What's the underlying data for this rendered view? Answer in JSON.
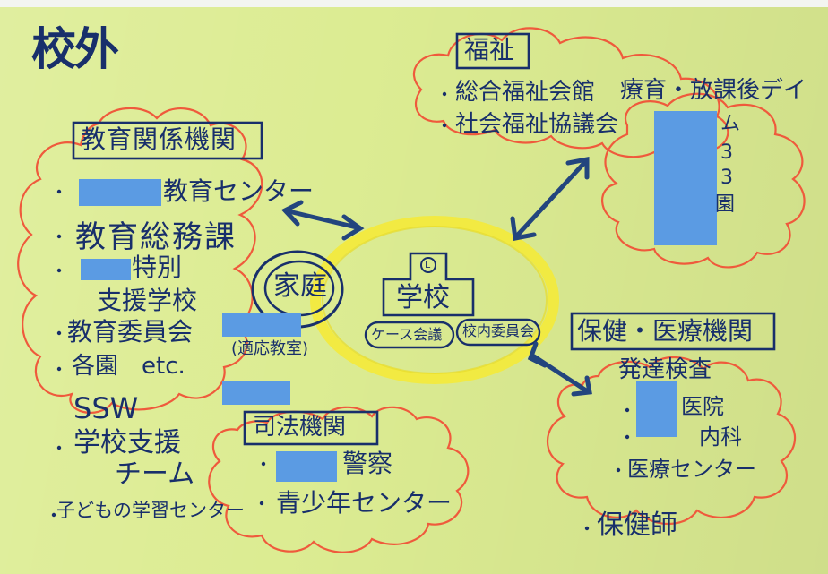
{
  "title": "校外",
  "center": {
    "school": "学校",
    "school_glyph": "L",
    "meeting1": "ケース会議",
    "meeting2": "校内委員会",
    "family": "家庭"
  },
  "education": {
    "header": "教育関係機関",
    "item1": "教育センター",
    "item2": "教育総務課",
    "item3a": "特別",
    "item3b": "支援学校",
    "item4": "教育委員会",
    "item5": "各園　etc.",
    "item6": "SSW",
    "item7a": "学校支援",
    "item7b": "チーム",
    "item8": "子どもの学習センター",
    "adaptive": "(適応教室)"
  },
  "welfare": {
    "header": "福祉",
    "item1": "総合福祉会館",
    "item2": "社会福祉協議会",
    "therapy": "療育・放課後デイ",
    "frag1": "ム",
    "frag2": "3",
    "frag3": "3",
    "frag4": "園"
  },
  "health": {
    "header": "保健・医療機関",
    "item1": "発達検査",
    "item2": "医院",
    "item3": "内科",
    "item4": "医療センター",
    "item5": "保健師"
  },
  "justice": {
    "header": "司法機関",
    "item1": "警察",
    "item2": "青少年センター"
  },
  "colors": {
    "paper": "#dcec92",
    "ink": "#182f6b",
    "cloud": "#ef5a3c",
    "highlight": "#f4ea3a",
    "redaction": "#5b9be3"
  }
}
